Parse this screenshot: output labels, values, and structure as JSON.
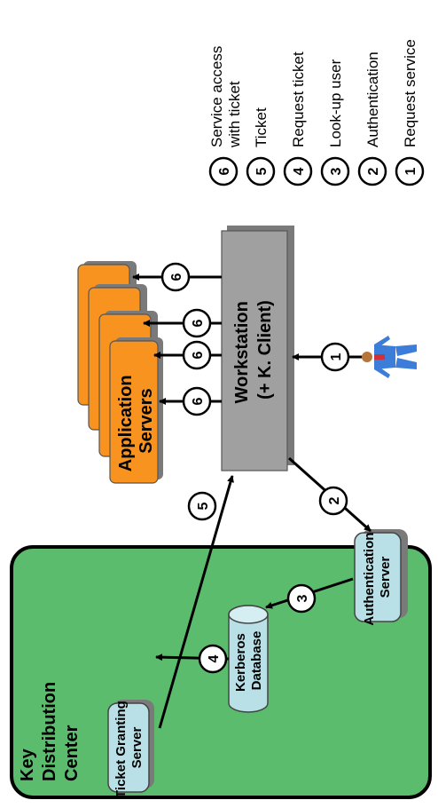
{
  "diagram": {
    "kdc": {
      "title_lines": [
        "Key",
        "Distribution",
        "Center"
      ],
      "tgs_lines": [
        "Ticket Granting",
        "Server"
      ],
      "db_lines": [
        "Kerberos",
        "Database"
      ],
      "as_lines": [
        "Authentication",
        "Server"
      ]
    },
    "app_servers_lines": [
      "Application",
      "Servers"
    ],
    "workstation_lines": [
      "Workstation",
      "(+ K. Client)"
    ],
    "arrows": {
      "1": "1",
      "2": "2",
      "3": "3",
      "4": "4",
      "5": "5",
      "6a": "6",
      "6b": "6",
      "6c": "6",
      "6d": "6"
    },
    "legend": [
      {
        "num": "1",
        "lines": [
          "Request service"
        ]
      },
      {
        "num": "2",
        "lines": [
          "Authentication"
        ]
      },
      {
        "num": "3",
        "lines": [
          "Look-up user"
        ]
      },
      {
        "num": "4",
        "lines": [
          "Request ticket"
        ]
      },
      {
        "num": "5",
        "lines": [
          "Ticket"
        ]
      },
      {
        "num": "6",
        "lines": [
          "Service access",
          "with ticket"
        ]
      }
    ],
    "colors": {
      "kdc_fill": "#5cbc6e",
      "server_fill": "#b8e0e6",
      "app_fill": "#f7931e",
      "workstation_fill": "#a0a0a0",
      "shadow": "#7a7a7a",
      "stroke": "#000000"
    }
  }
}
